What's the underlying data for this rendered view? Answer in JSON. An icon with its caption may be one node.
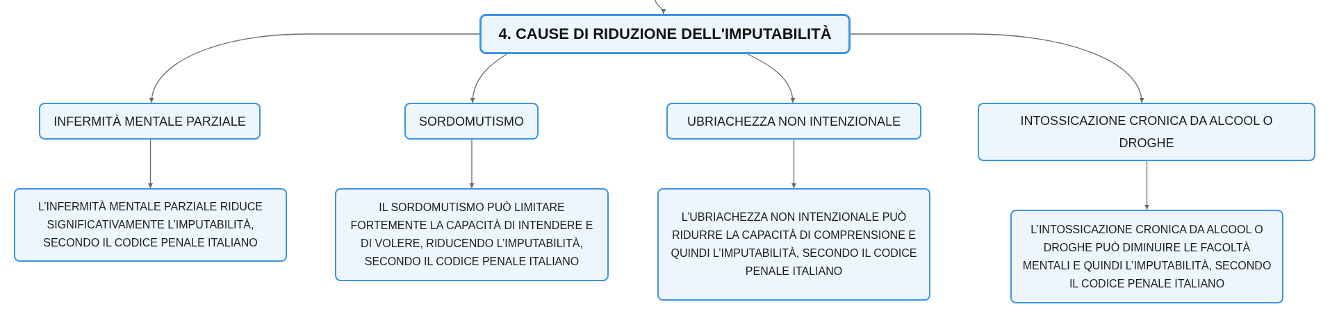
{
  "diagram": {
    "nodes": [
      {
        "text": [
          "4. CAUSE DI RIDUZIONE DELL'IMPUTABILITÀ"
        ]
      },
      {
        "text": [
          "INFERMITÀ MENTALE PARZIALE"
        ]
      },
      {
        "text": [
          "SORDOMUTISMO"
        ]
      },
      {
        "text": [
          "UBRIACHEZZA NON INTENZIONALE"
        ]
      },
      {
        "text": [
          "INTOSSICAZIONE CRONICA DA ALCOOL O DROGHE"
        ]
      },
      {
        "text": [
          "L’INFERMITÀ MENTALE PARZIALE RIDUCE SIGNIFICATIVAMENTE L’IMPUTABILITÀ, SECONDO IL CODICE PENALE ITALIANO"
        ]
      },
      {
        "text": [
          "IL SORDOMUTISMO PUÒ LIMITARE FORTEMENTE LA CAPACITÀ DI INTENDERE E DI VOLERE, RIDUCENDO L’IMPUTABILITÀ, SECONDO IL CODICE PENALE ITALIANO"
        ]
      },
      {
        "text": [
          "L’UBRIACHEZZA NON INTENZIONALE PUÒ RIDURRE LA CAPACITÀ DI COMPRENSIONE E QUINDI L’IMPUTABILITÀ, SECONDO IL CODICE PENALE ITALIANO"
        ]
      },
      {
        "text": [
          "L’INTOSSICAZIONE CRONICA DA ALCOOL O DROGHE PUÒ DIMINUIRE LE FACOLTÀ MENTALI E QUINDI L’IMPUTABILITÀ, SECONDO IL CODICE PENALE ITALIANO"
        ]
      }
    ],
    "edges": [
      {
        "from": null,
        "to": 0,
        "arrow": "to"
      },
      {
        "from": 0,
        "to": 1,
        "arrow": "to"
      },
      {
        "from": 0,
        "to": 2,
        "arrow": "to"
      },
      {
        "from": 0,
        "to": 3,
        "arrow": "to"
      },
      {
        "from": 0,
        "to": 4,
        "arrow": "to"
      },
      {
        "from": 1,
        "to": 5,
        "arrow": "to"
      },
      {
        "from": 2,
        "to": 6,
        "arrow": "to"
      },
      {
        "from": 3,
        "to": 7,
        "arrow": "to"
      },
      {
        "from": 4,
        "to": 8,
        "arrow": "to"
      }
    ]
  }
}
